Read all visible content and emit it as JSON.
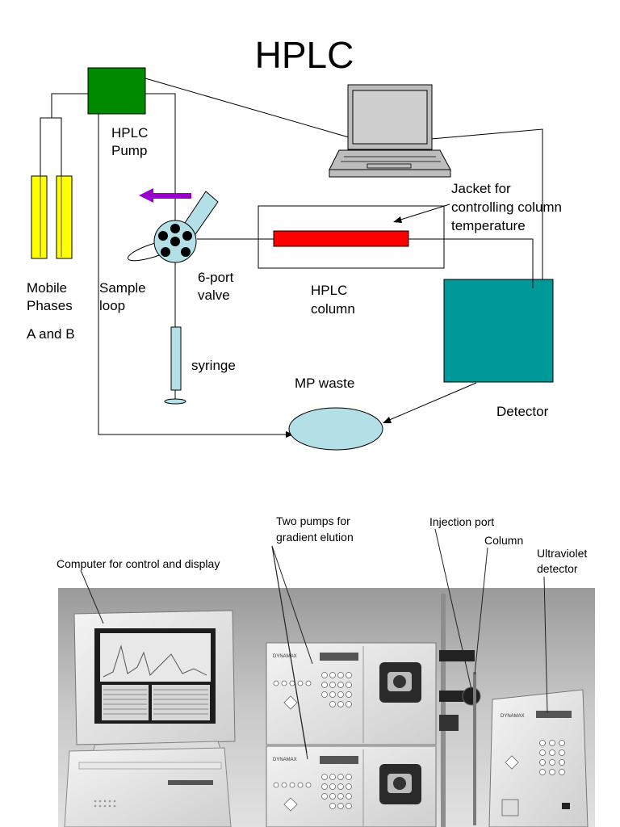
{
  "diagram": {
    "title": "HPLC",
    "labels": {
      "pump_line1": "HPLC",
      "pump_line2": "Pump",
      "mobile_line1": "Mobile",
      "mobile_line2": "Phases",
      "mobile_line3": "A and B",
      "loop_line1": "Sample",
      "loop_line2": "loop",
      "valve_line1": "6-port",
      "valve_line2": "valve",
      "syringe": "syringe",
      "column_line1": "HPLC",
      "column_line2": "column",
      "jacket_line1": "Jacket for",
      "jacket_line2": "controlling column",
      "jacket_line3": "temperature",
      "waste": "MP waste",
      "detector": "Detector"
    },
    "colors": {
      "pump": "#008a00",
      "mobile_phase": "#ffff00",
      "column": "#ff0000",
      "detector": "#009999",
      "waste": "#b3dfe6",
      "valve": "#b3dfe6",
      "arrow_purple": "#9900cc"
    }
  },
  "photo": {
    "labels": {
      "computer": "Computer for control and display",
      "pumps_line1": "Two pumps for",
      "pumps_line2": "gradient elution",
      "injection": "Injection port",
      "column": "Column",
      "uv_line1": "Ultraviolet",
      "uv_line2": "detector"
    },
    "panel_brand": "DYNAMAX"
  }
}
